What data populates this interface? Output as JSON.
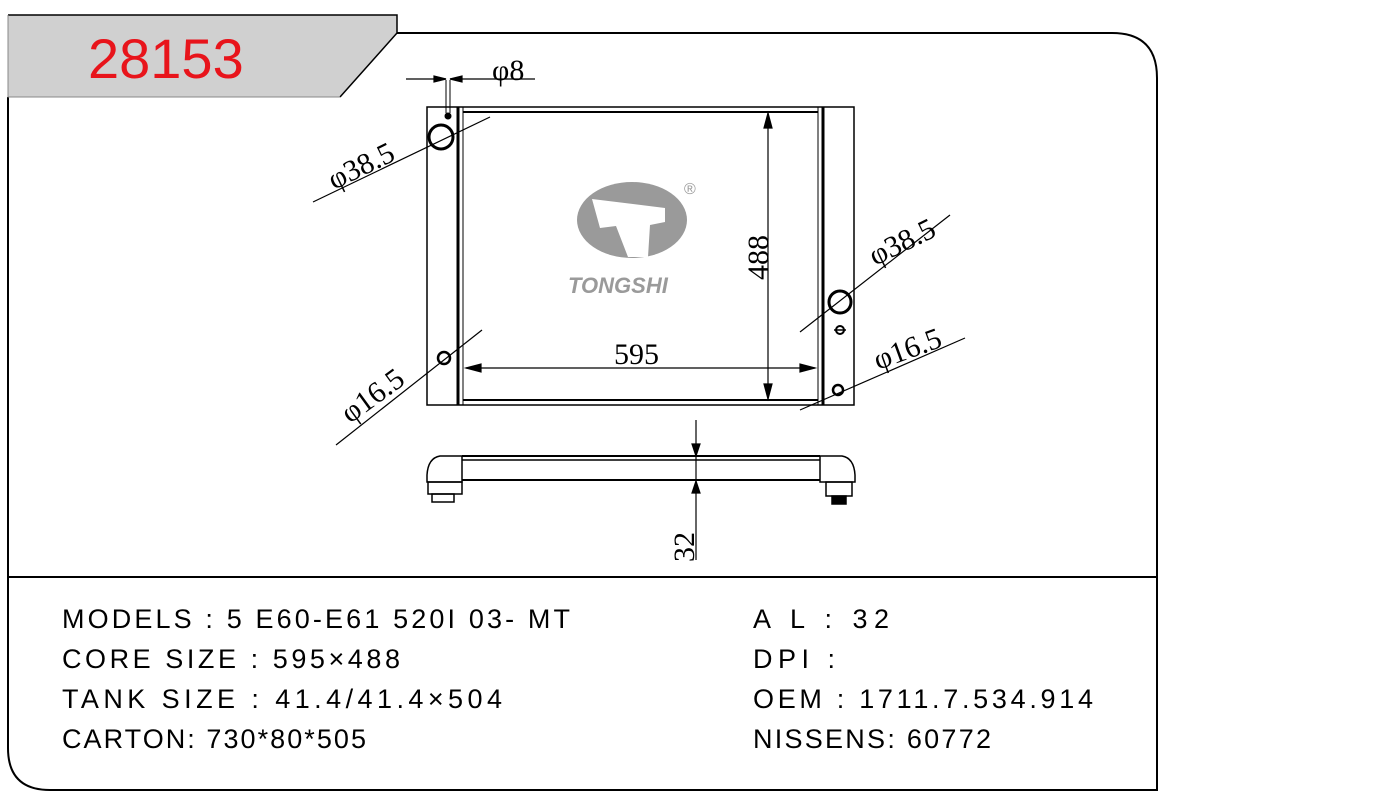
{
  "header": {
    "part_number": "28153"
  },
  "drawing": {
    "logo_text": "TONGSHI",
    "logo_mark": "®",
    "dims": {
      "pin_dia": "φ8",
      "inlet_dia_top": "φ38.5",
      "inlet_dia_right": "φ38.5",
      "drain_dia_left": "φ16.5",
      "drain_dia_right": "φ16.5",
      "core_height": "488",
      "core_width": "595",
      "core_thickness": "32"
    }
  },
  "specs": {
    "left": [
      "MODELS : 5 E60-E61 520I 03- MT",
      "CORE SIZE : 595×488",
      "TANK SIZE : 41.4/41.4×504",
      "CARTON: 730*80*505"
    ],
    "right": [
      "A L : 32",
      "DPI :",
      "OEM : 1711.7.534.914",
      "NISSENS: 60772"
    ]
  },
  "colors": {
    "title": "#e8141b",
    "tab": "#d0d0d0",
    "logo": "#9a9a9a"
  }
}
